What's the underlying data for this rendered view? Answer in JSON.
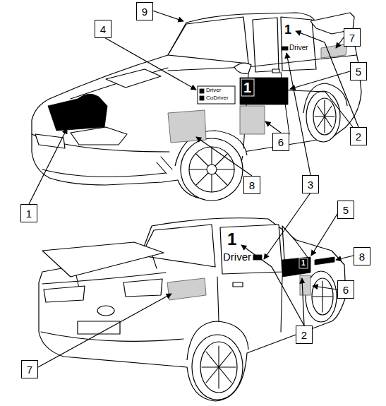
{
  "diagram": {
    "nodes": [
      {
        "text": [
          "9"
        ]
      },
      {
        "text": [
          "4"
        ]
      },
      {
        "text": [
          "7"
        ]
      },
      {
        "text": [
          "5"
        ]
      },
      {
        "text": [
          "2"
        ]
      },
      {
        "text": [
          "6"
        ]
      },
      {
        "text": [
          "8"
        ]
      },
      {
        "text": [
          "3"
        ]
      },
      {
        "text": [
          "1"
        ]
      },
      {
        "text": [
          "5"
        ]
      },
      {
        "text": [
          "8"
        ]
      },
      {
        "text": [
          "6"
        ]
      },
      {
        "text": [
          "2"
        ]
      },
      {
        "text": [
          "7"
        ]
      }
    ],
    "labels": [
      "1",
      "Driver",
      "Driver",
      "CoDriver",
      "1",
      "1",
      "Driver",
      "1"
    ]
  }
}
